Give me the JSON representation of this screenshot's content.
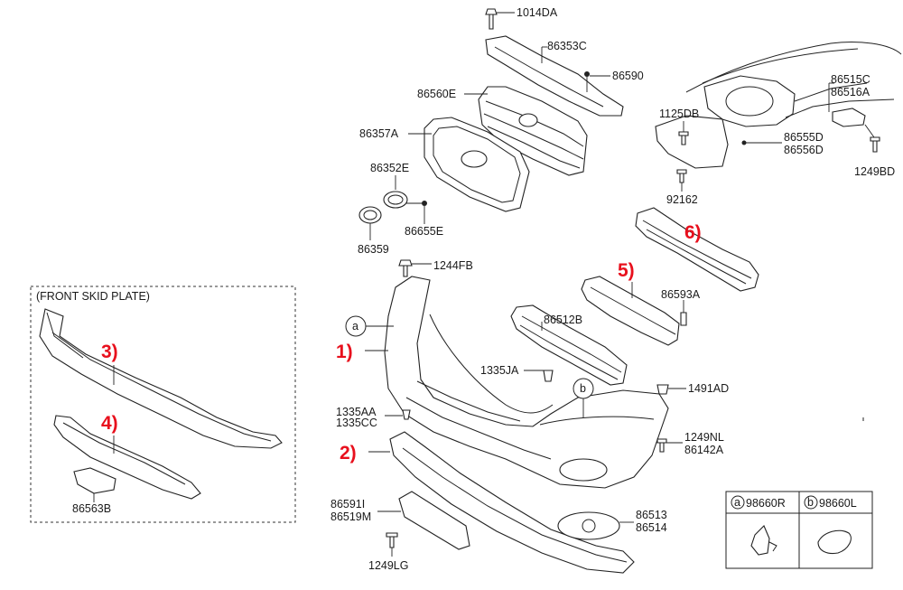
{
  "colors": {
    "line": "#222222",
    "marker": "#e8101d",
    "background": "#ffffff"
  },
  "skid_plate": {
    "title": "(FRONT SKID PLATE)"
  },
  "markers": [
    "1)",
    "2)",
    "3)",
    "4)",
    "5)",
    "6)"
  ],
  "callouts": {
    "a": "a",
    "b": "b"
  },
  "legend": {
    "a_letter": "a",
    "a_part": "98660R",
    "b_letter": "b",
    "b_part": "98660L"
  },
  "part_numbers": {
    "p1014DA": "1014DA",
    "p86353C": "86353C",
    "p86590": "86590",
    "p86560E": "86560E",
    "p86357A": "86357A",
    "p86352E": "86352E",
    "p86655E": "86655E",
    "p86359": "86359",
    "p1244FB": "1244FB",
    "p86512B": "86512B",
    "p86593A": "86593A",
    "p1335JA": "1335JA",
    "p1491AD": "1491AD",
    "p1335AA": "1335AA",
    "p1335CC": "1335CC",
    "p1249NL": "1249NL",
    "p86142A": "86142A",
    "p86591I": "86591I",
    "p86519M": "86519M",
    "p86513": "86513",
    "p86514": "86514",
    "p1249LG": "1249LG",
    "p86563B": "86563B",
    "p1125DB": "1125DB",
    "p86515C": "86515C",
    "p86516A": "86516A",
    "p86555D": "86555D",
    "p86556D": "86556D",
    "p92162": "92162",
    "p1249BD": "1249BD"
  }
}
